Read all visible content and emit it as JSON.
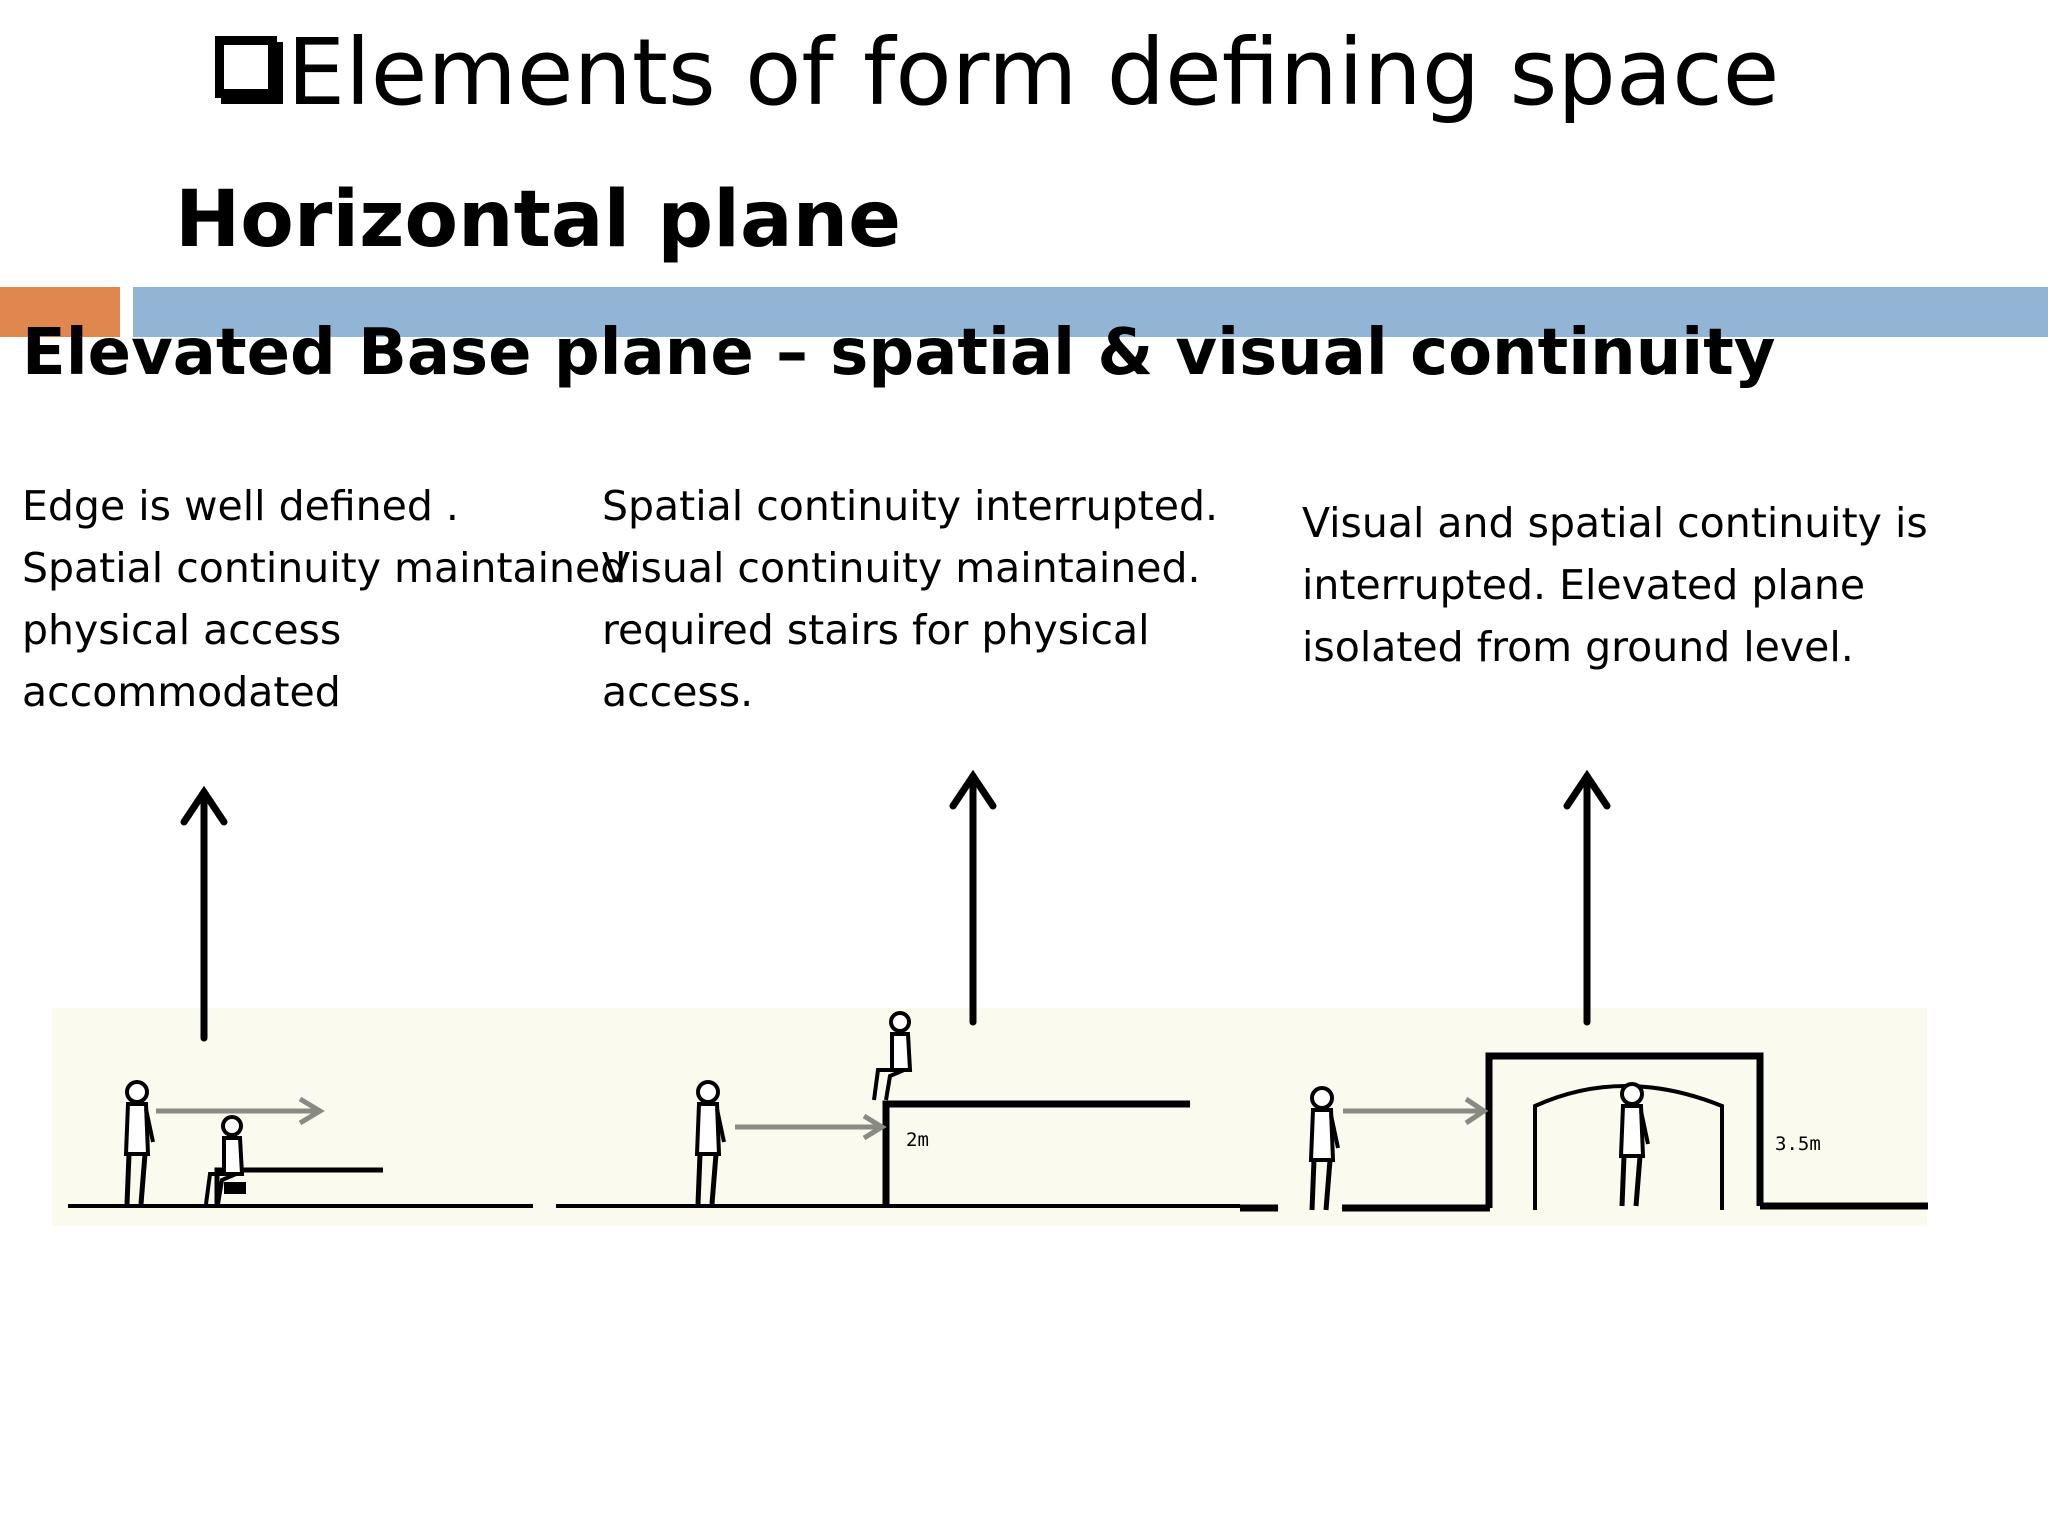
{
  "slide": {
    "title": "Elements of form defining space",
    "subtitle": "Horizontal plane",
    "heading": "Elevated Base plane – spatial & visual continuity"
  },
  "colors": {
    "accent_orange": "#e0874f",
    "accent_blue": "#93b5d5",
    "panel_background": "#fbfaee",
    "flow_arrow": "#8a8a85"
  },
  "diagrams": [
    {
      "lines": [
        "Edge is well defined .",
        "Spatial continuity maintained",
        "physical access",
        "accommodated"
      ]
    },
    {
      "lines": [
        "Spatial continuity interrupted.",
        "Visual continuity maintained.",
        "required stairs for physical",
        "access."
      ],
      "height_label": "2m"
    },
    {
      "lines": [
        "Visual and spatial continuity is",
        "interrupted. Elevated plane",
        "isolated from ground level."
      ],
      "height_label": "3.5m"
    }
  ]
}
